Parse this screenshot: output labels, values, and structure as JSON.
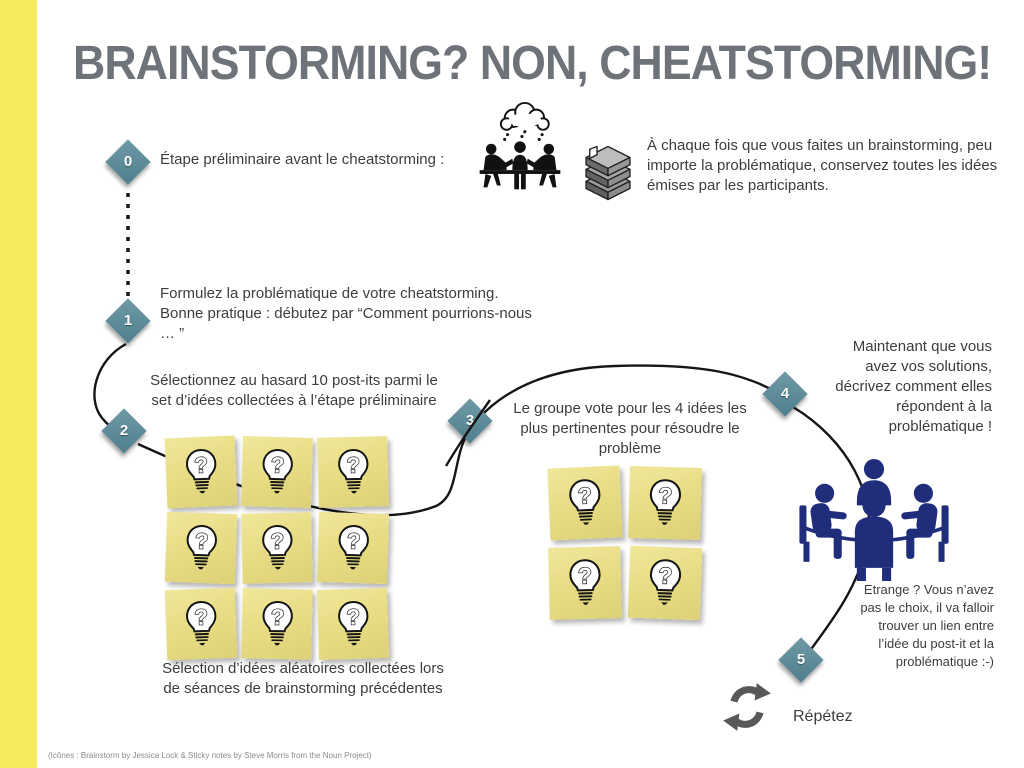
{
  "page": {
    "title": "BRAINSTORMING? NON, CHEATSTORMING!",
    "footer": "(Icônes : Brainstorm by Jessica Lock & Sticky notes by Steve Morris from the Noun Project)"
  },
  "colors": {
    "accent_yellow": "#f5e95e",
    "diamond_teal": "#5b8894",
    "postit_yellow": "#e6db82",
    "people_navy": "#1f2d7b",
    "title_gray": "#6e737a",
    "line_black": "#151515",
    "refresh_gray": "#58585a"
  },
  "steps": [
    {
      "number": "0",
      "text": "Étape préliminaire avant le cheatstorming :"
    },
    {
      "number": "1",
      "text": "Formulez la problématique de votre cheatstorming. Bonne pratique : débutez par “Comment pourrions-nous … ”"
    },
    {
      "number": "2",
      "text": "Sélectionnez au hasard 10 post-its parmi le set d’idées collectées à l’étape préliminaire"
    },
    {
      "number": "3",
      "text": "Le groupe vote pour les 4 idées les plus pertinentes pour résoudre le problème"
    },
    {
      "number": "4",
      "text": "Maintenant que vous avez vos solutions, décrivez comment elles répondent à la problématique !"
    },
    {
      "number": "5",
      "text": "Etrange ? Vous n’avez pas le choix, il va falloir trouver un lien entre l’idée du post-it et la problématique :-)"
    }
  ],
  "intro_note": "À chaque fois que vous faites un brainstorming, peu importe la problématique, conservez toutes les idées émises par les participants.",
  "postit_caption": "Sélection d’idées aléatoires collectées lors de séances de brainstorming précédentes",
  "repeat_label": "Répétez",
  "postit_groups": [
    {
      "name": "collected-ideas",
      "count": 9,
      "cols": 3
    },
    {
      "name": "voted-ideas",
      "count": 4,
      "cols": 2
    }
  ],
  "icons": {
    "brainstorm": "brainstorm-meeting-icon",
    "stack": "sticky-notes-stack-icon",
    "people": "team-round-table-icon",
    "refresh": "repeat-arrows-icon",
    "postit": "lightbulb-question-icon"
  }
}
